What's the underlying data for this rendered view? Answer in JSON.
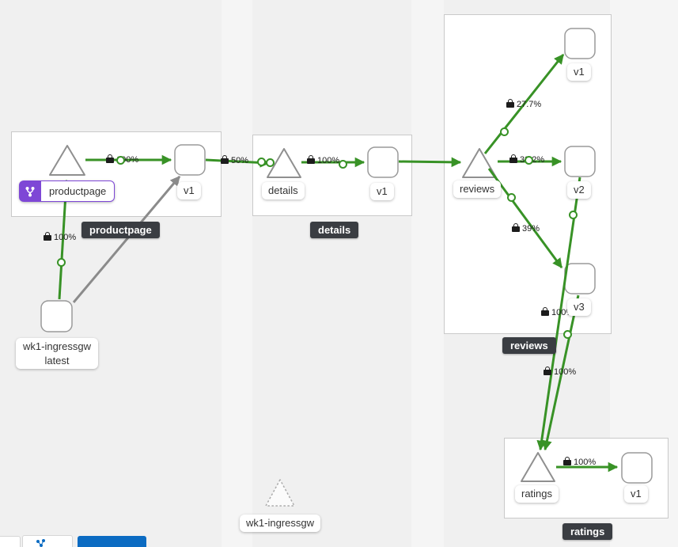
{
  "graph": {
    "groups": {
      "productpage": {
        "badge": "productpage"
      },
      "details": {
        "badge": "details"
      },
      "reviews": {
        "badge": "reviews"
      },
      "ratings": {
        "badge": "ratings"
      }
    },
    "nodes": {
      "productpage_service": "productpage",
      "productpage_v1": "v1",
      "details_service": "details",
      "details_v1": "v1",
      "reviews_service": "reviews",
      "reviews_v1": "v1",
      "reviews_v2": "v2",
      "reviews_v3": "v3",
      "ratings_service": "ratings",
      "ratings_v1": "v1",
      "ingress_workload": "wk1-ingressgw",
      "ingress_version": "latest",
      "idle_service": "wk1-ingressgw"
    },
    "edges": {
      "productpage_to_v1": "100%",
      "productpagev1_to_details": "50%",
      "details_to_v1": "100%",
      "reviews_to_v1": "27.7%",
      "reviews_to_v2": "33.2%",
      "reviews_to_v3": "39%",
      "reviewsv2_to_ratings": "100%",
      "reviewsv3_to_ratings": "100%",
      "ratings_to_v1": "100%",
      "ingress_to_productpage": "100%"
    }
  },
  "colors": {
    "edge_green": "#389226",
    "edge_gray": "#8b8b8b",
    "service_badge_purple": "#7e47d6",
    "group_badge_dark": "#3a3d42",
    "legend_button_blue": "#0b6bc2",
    "canvas_background": "#f0f0f0"
  }
}
